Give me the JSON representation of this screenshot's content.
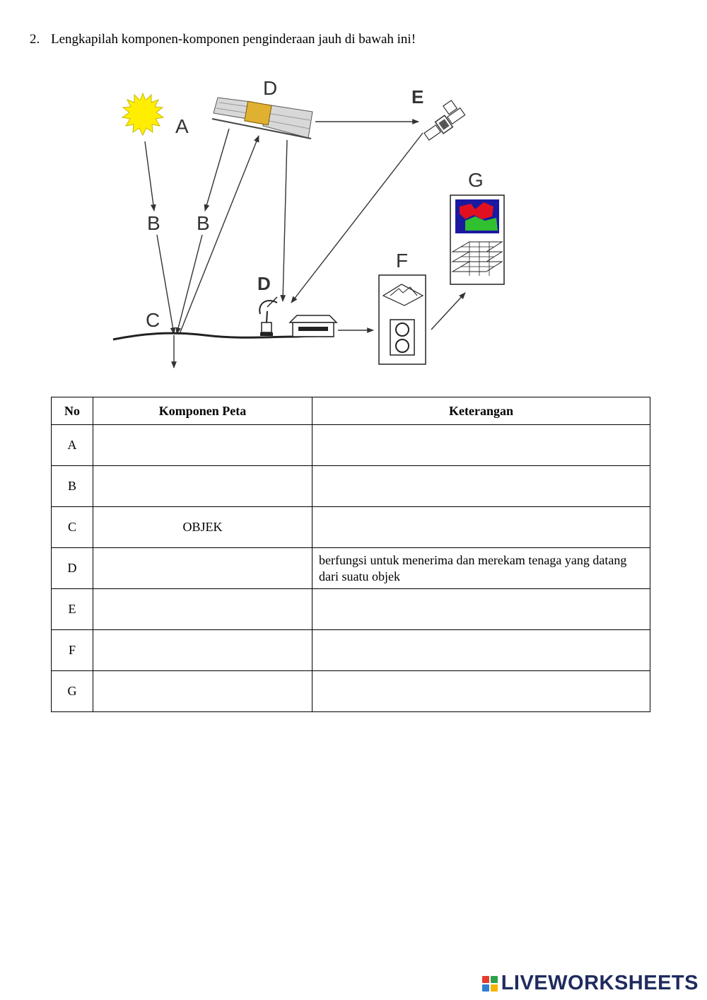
{
  "question": {
    "number": "2.",
    "text": "Lengkapilah komponen-komponen penginderaan jauh di bawah ini!"
  },
  "diagram": {
    "labels": {
      "A": "A",
      "B1": "B",
      "B2": "B",
      "C": "C",
      "D_satellite": "D",
      "D_station": "D",
      "E": "E",
      "F": "F",
      "G": "G"
    },
    "colors": {
      "sun": "#ffee00",
      "satellite_panel": "#d8d8d8",
      "satellite_body": "#e0b030",
      "map_blue": "#1a1aa0",
      "map_red": "#e01020",
      "map_green": "#30c030"
    }
  },
  "table": {
    "headers": [
      "No",
      "Komponen Peta",
      "Keterangan"
    ],
    "rows": [
      {
        "no": "A",
        "komponen": "",
        "keterangan": ""
      },
      {
        "no": "B",
        "komponen": "",
        "keterangan": ""
      },
      {
        "no": "C",
        "komponen": "OBJEK",
        "keterangan": ""
      },
      {
        "no": "D",
        "komponen": "",
        "keterangan": "berfungsi untuk menerima dan merekam tenaga yang datang dari suatu objek"
      },
      {
        "no": "E",
        "komponen": "",
        "keterangan": ""
      },
      {
        "no": "F",
        "komponen": "",
        "keterangan": ""
      },
      {
        "no": "G",
        "komponen": "",
        "keterangan": ""
      }
    ]
  },
  "brand": {
    "text": "LIVEWORKSHEETS",
    "logo_colors": [
      "#e63c2e",
      "#2ba14b",
      "#2f7fd1",
      "#f4b400"
    ]
  }
}
